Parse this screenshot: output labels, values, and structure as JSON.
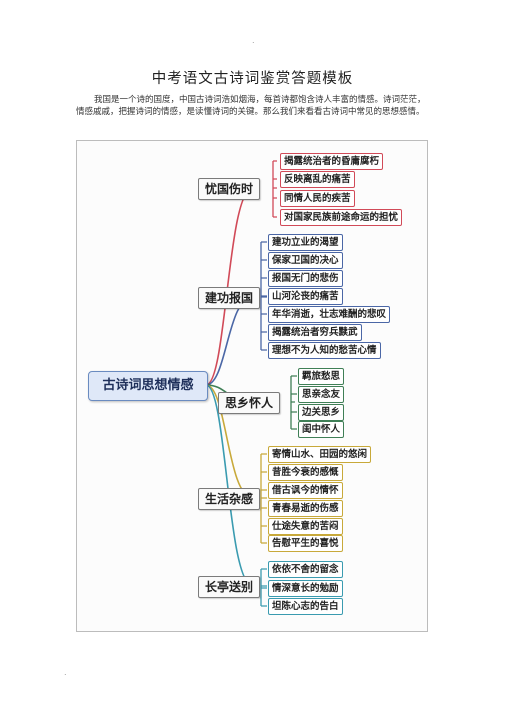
{
  "document": {
    "title": "中考语文古诗词鉴赏答题模板",
    "intro": "我国是一个诗的国度，中国古诗词浩如烟海，每首诗都饱含诗人丰富的情感。诗词茫茫，情感戚戚，把握诗词的情感，是读懂诗词的关键。那么我们来看看古诗词中常见的思想感情。"
  },
  "mindmap": {
    "center": "古诗词思想情感",
    "branches": [
      {
        "label": "忧国伤时",
        "color": "#d14a58",
        "items": [
          "揭露统治者的昏庸腐朽",
          "反映离乱的痛苦",
          "同情人民的疾苦",
          "对国家民族前途命运的担忧"
        ]
      },
      {
        "label": "建功报国",
        "color": "#4b67a6",
        "items": [
          "建功立业的渴望",
          "保家卫国的决心",
          "报国无门的悲伤",
          "山河沦丧的痛苦",
          "年华消逝，壮志难酬的悲叹",
          "揭露统治者穷兵黩武",
          "理想不为人知的愁苦心情"
        ]
      },
      {
        "label": "思乡怀人",
        "color": "#3f7f56",
        "items": [
          "羁旅愁思",
          "思亲念友",
          "边关思乡",
          "闺中怀人"
        ]
      },
      {
        "label": "生活杂感",
        "color": "#c8a93a",
        "items": [
          "寄情山水、田园的悠闲",
          "昔胜今衰的感慨",
          "借古讽今的情怀",
          "青春易逝的伤感",
          "仕途失意的苦闷",
          "告慰平生的喜悦"
        ]
      },
      {
        "label": "长亭送别",
        "color": "#3a9bb0",
        "items": [
          "依依不舍的留念",
          "情深意长的勉励",
          "坦陈心志的告白"
        ]
      }
    ]
  }
}
